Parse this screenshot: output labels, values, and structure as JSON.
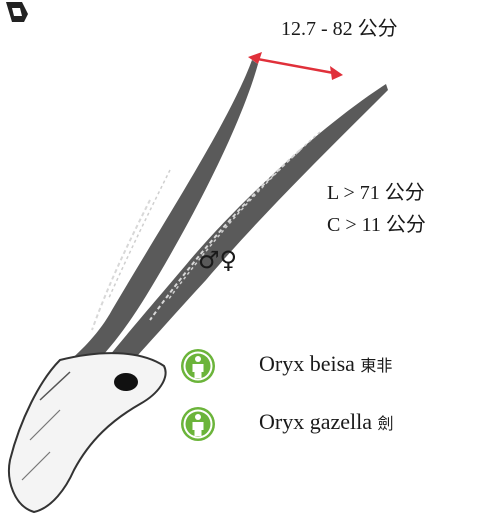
{
  "measurements": {
    "tip_span": "12.7 - 82 公分",
    "length": "L > 71 公分",
    "circumference": "C > 11 公分"
  },
  "sex_symbols": "♂♀",
  "species": [
    {
      "latin": "Oryx beisa",
      "chinese": "東非",
      "icon": "person-icon"
    },
    {
      "latin": "Oryx gazella",
      "chinese": "劍",
      "icon": "person-icon"
    }
  ],
  "colors": {
    "arrow": "#e0303a",
    "icon": "#6bb43a",
    "horn": "#3a3a3a"
  }
}
